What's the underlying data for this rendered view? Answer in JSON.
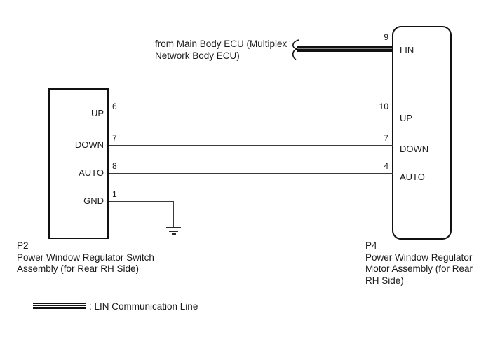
{
  "diagram": {
    "ecu_note": {
      "line1": "from Main Body ECU (Multiplex",
      "line2": "Network Body ECU)"
    },
    "left_connector": {
      "id": "P2",
      "name_line1": "Power Window Regulator Switch",
      "name_line2": "Assembly (for Rear RH Side)",
      "pins": [
        {
          "number": "6",
          "label": "UP"
        },
        {
          "number": "7",
          "label": "DOWN"
        },
        {
          "number": "8",
          "label": "AUTO"
        },
        {
          "number": "1",
          "label": "GND"
        }
      ]
    },
    "right_connector": {
      "id": "P4",
      "name_line1": "Power Window Regulator",
      "name_line2": "Motor Assembly (for Rear",
      "name_line3": "RH Side)",
      "pins": [
        {
          "number": "9",
          "label": "LIN"
        },
        {
          "number": "10",
          "label": "UP"
        },
        {
          "number": "7",
          "label": "DOWN"
        },
        {
          "number": "4",
          "label": "AUTO"
        }
      ]
    },
    "legend": {
      "label": ": LIN Communication Line"
    },
    "colors": {
      "background": "#ffffff",
      "wire": "#3a3a3a",
      "border": "#111111"
    }
  }
}
